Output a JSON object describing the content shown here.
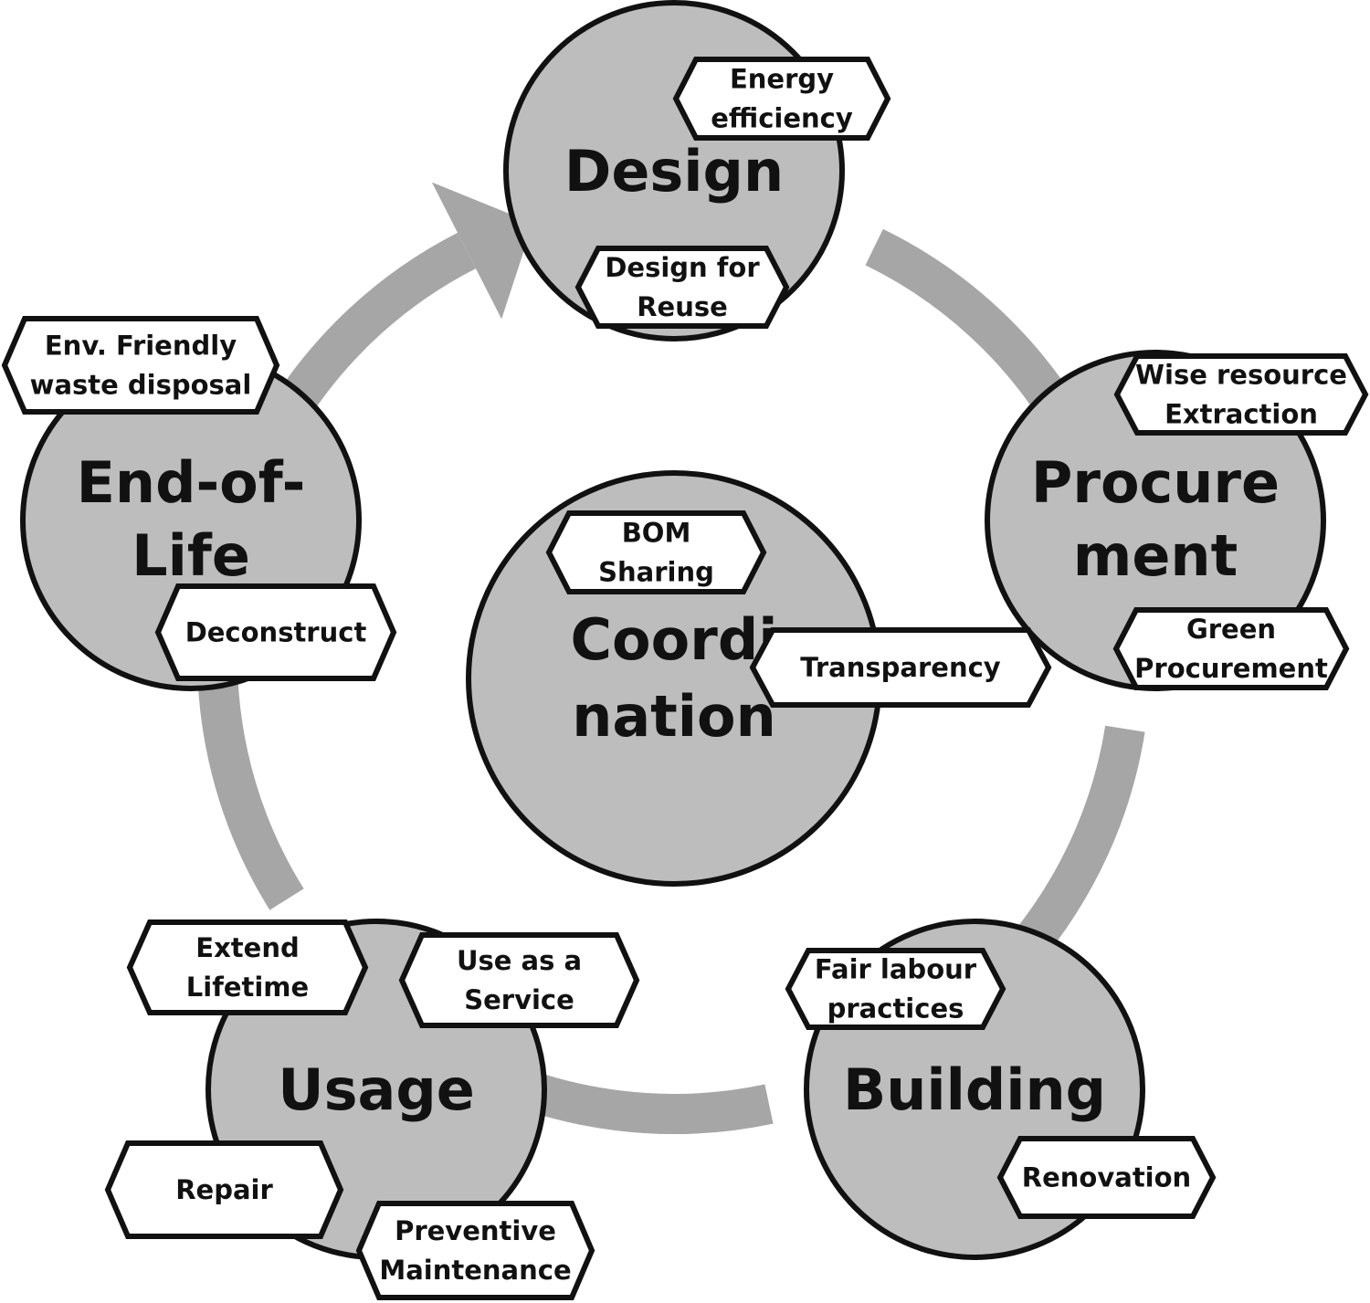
{
  "colors": {
    "circle_fill": "#bdbdbd",
    "arrow_fill": "#a6a6a6",
    "stroke": "#111111",
    "tag_fill": "#ffffff"
  },
  "phases": {
    "design": {
      "lines": [
        "Design"
      ]
    },
    "procurement": {
      "lines": [
        "Procure",
        "ment"
      ]
    },
    "building": {
      "lines": [
        "Building"
      ]
    },
    "usage": {
      "lines": [
        "Usage"
      ]
    },
    "end_of_life": {
      "lines": [
        "End-of-",
        "Life"
      ]
    },
    "coordination": {
      "lines": [
        "Coordi",
        "nation"
      ]
    }
  },
  "tags": {
    "energy_efficiency": {
      "lines": [
        "Energy",
        "efficiency"
      ]
    },
    "design_for_reuse": {
      "lines": [
        "Design for",
        "Reuse"
      ]
    },
    "wise_resource_extraction": {
      "lines": [
        "Wise resource",
        "Extraction"
      ]
    },
    "green_procurement": {
      "lines": [
        "Green",
        "Procurement"
      ]
    },
    "fair_labour_practices": {
      "lines": [
        "Fair labour",
        "practices"
      ]
    },
    "renovation": {
      "lines": [
        "Renovation"
      ]
    },
    "extend_lifetime": {
      "lines": [
        "Extend",
        "Lifetime"
      ]
    },
    "use_as_a_service": {
      "lines": [
        "Use as a",
        "Service"
      ]
    },
    "repair": {
      "lines": [
        "Repair"
      ]
    },
    "preventive_maintenance": {
      "lines": [
        "Preventive",
        "Maintenance"
      ]
    },
    "env_friendly_waste_disposal": {
      "lines": [
        "Env. Friendly",
        "waste disposal"
      ]
    },
    "deconstruct": {
      "lines": [
        "Deconstruct"
      ]
    },
    "bom_sharing": {
      "lines": [
        "BOM",
        "Sharing"
      ]
    },
    "transparency": {
      "lines": [
        "Transparency"
      ]
    }
  }
}
